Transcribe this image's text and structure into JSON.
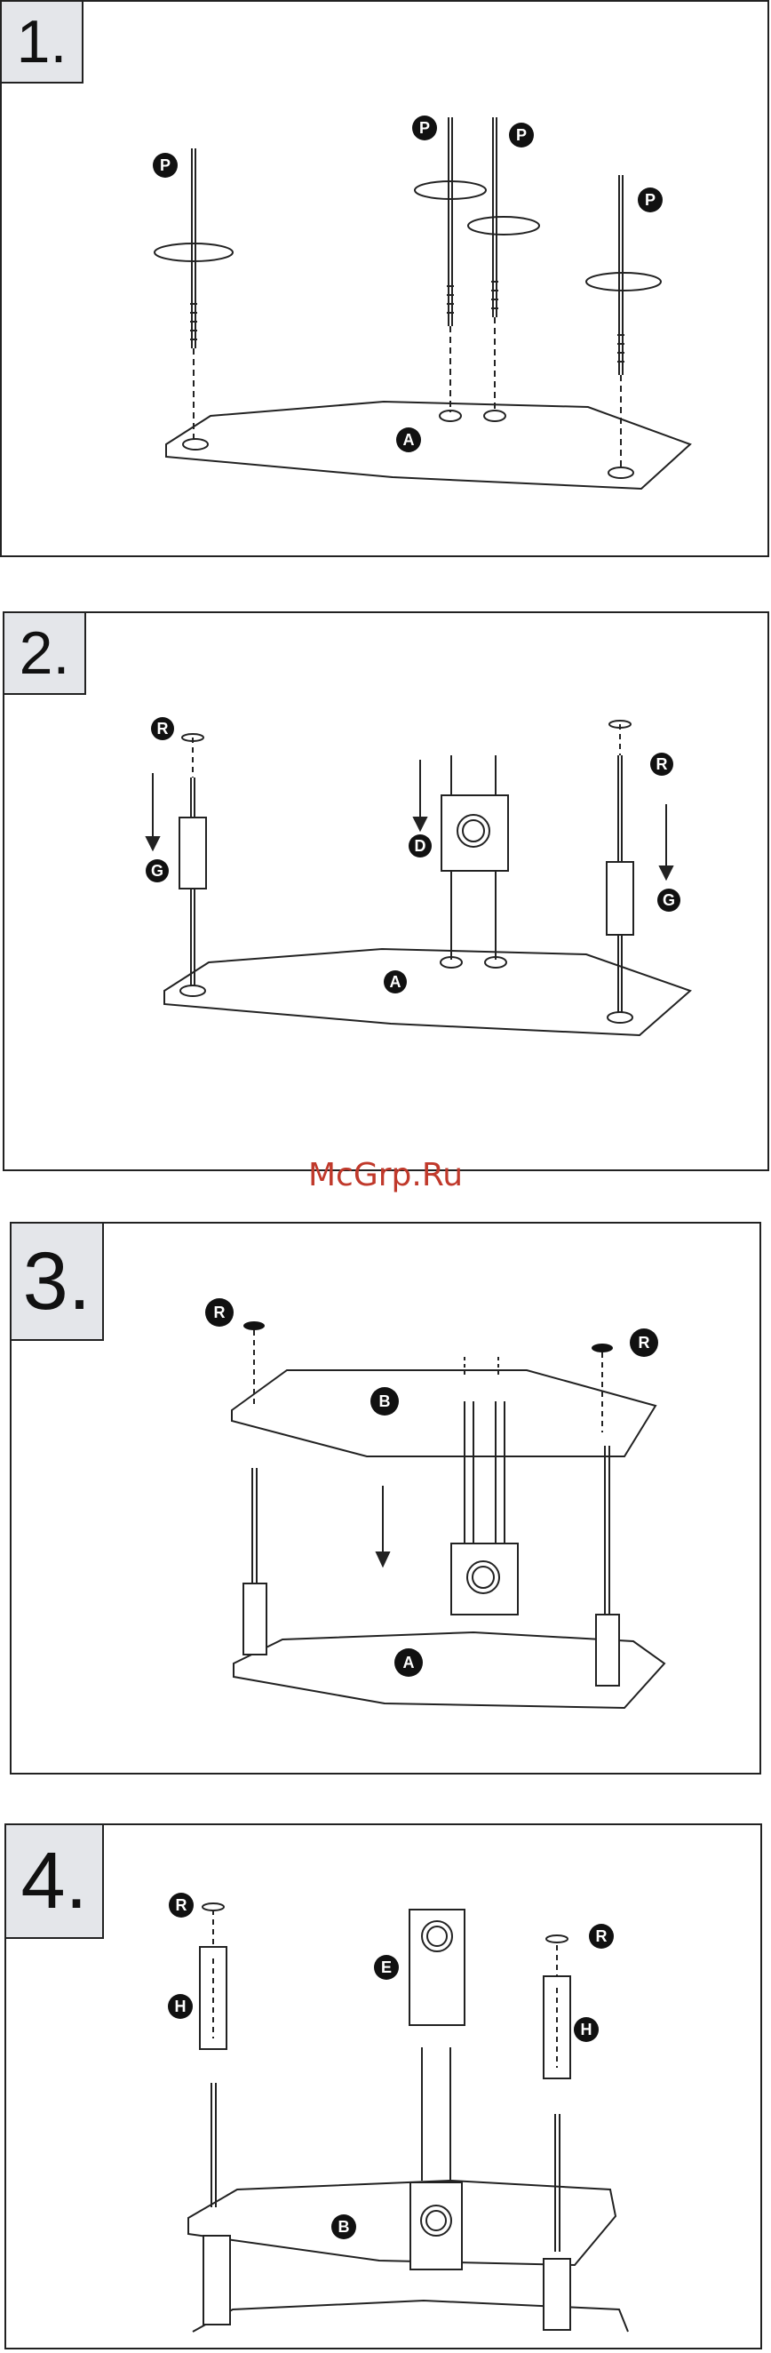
{
  "watermark": "McGrp.Ru",
  "steps": [
    {
      "number": "1.",
      "labels": {
        "p1": "P",
        "p2": "P",
        "p3": "P",
        "p4": "P",
        "a": "A"
      }
    },
    {
      "number": "2.",
      "labels": {
        "r1": "R",
        "r2": "R",
        "g1": "G",
        "g2": "G",
        "d": "D",
        "a": "A"
      }
    },
    {
      "number": "3.",
      "labels": {
        "r1": "R",
        "r2": "R",
        "b": "B",
        "a": "A"
      }
    },
    {
      "number": "4.",
      "labels": {
        "r1": "R",
        "r2": "R",
        "h1": "H",
        "h2": "H",
        "e": "E",
        "b": "B"
      }
    }
  ],
  "colors": {
    "line": "#222222",
    "badge": "#111111",
    "stepbox": "#e4e6ea",
    "watermark": "#c0392b"
  }
}
